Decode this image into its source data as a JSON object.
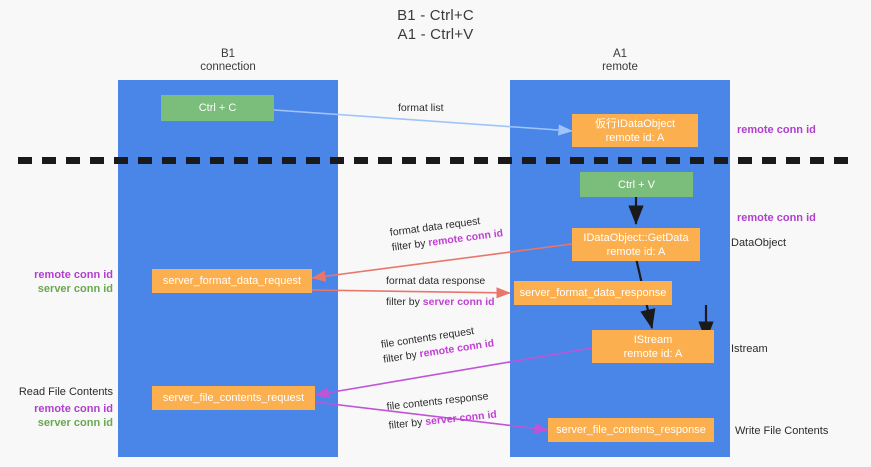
{
  "title": {
    "line1": "B1 - Ctrl+C",
    "line2": "A1 - Ctrl+V"
  },
  "lanes": [
    {
      "id": "b1",
      "title": "B1",
      "subtitle": "connection"
    },
    {
      "id": "a1",
      "title": "A1",
      "subtitle": "remote"
    }
  ],
  "nodes": {
    "ctrl_c": {
      "line1": "Ctrl + C",
      "line2": ""
    },
    "ctrl_v": {
      "line1": "Ctrl + V",
      "line2": ""
    },
    "idataobject_remote": {
      "line1": "仮行IDataObject",
      "line2": "remote id: A"
    },
    "getdata": {
      "line1": "IDataObject::GetData",
      "line2": "remote id: A"
    },
    "istream": {
      "line1": "IStream",
      "line2": "remote id: A"
    },
    "server_format_data_request": {
      "line1": "server_format_data_request",
      "line2": ""
    },
    "server_format_data_response": {
      "line1": "server_format_data_response",
      "line2": ""
    },
    "server_file_contents_request": {
      "line1": "server_file_contents_request",
      "line2": ""
    },
    "server_file_contents_response": {
      "line1": "server_file_contents_response",
      "line2": ""
    }
  },
  "edge_labels": {
    "format_list": "format list",
    "format_data_request": {
      "line1": "format data request",
      "prefix": "filter by ",
      "highlight": "remote conn id"
    },
    "format_data_response": {
      "line1": "format data response",
      "prefix": "filter by ",
      "highlight": "server conn id"
    },
    "file_contents_request": {
      "line1": "file contents request",
      "prefix": "filter by ",
      "highlight": "remote conn id"
    },
    "file_contents_response": {
      "line1": "file contents response",
      "prefix": "filter by ",
      "highlight": "server conn id"
    }
  },
  "side_labels": {
    "right_remote_conn_id_top": "remote conn id",
    "right_remote_conn_id_mid": "remote conn id",
    "right_dataobject": "DataObject",
    "right_istream": "Istream",
    "right_write_file_contents": "Write File Contents",
    "left_remote_conn_id": "remote conn id",
    "left_server_conn_id": "server conn id",
    "left_read_file_contents": "Read File Contents",
    "left_remote_conn_id_2": "remote conn id",
    "left_server_conn_id_2": "server conn id"
  },
  "colors": {
    "lane": "#4a86e8",
    "node_green": "#7bbd7b",
    "node_orange": "#fbaf4f",
    "arrow_blue": "#9fc5f8",
    "arrow_red": "#e8766b",
    "arrow_purple": "#bf54d6",
    "arrow_black": "#1a1a1a",
    "label_purple": "#b03fce",
    "label_green": "#6aa84f",
    "background": "#f8f8f8"
  }
}
